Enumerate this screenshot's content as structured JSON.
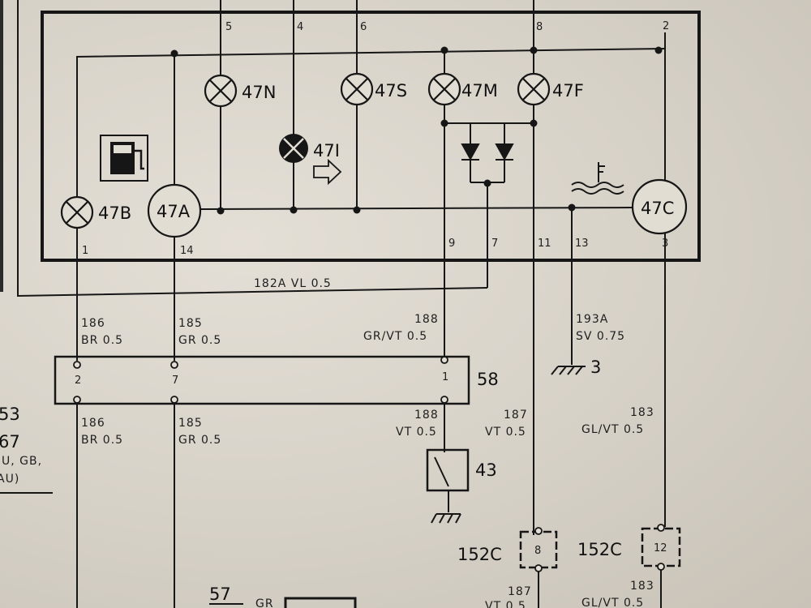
{
  "components": {
    "lamp_47N": "47N",
    "lamp_47I": "47I",
    "lamp_47S": "47S",
    "lamp_47M": "47M",
    "lamp_47F": "47F",
    "lamp_47B": "47B",
    "gauge_47A": "47A",
    "gauge_47C": "47C",
    "connector_58": "58",
    "switch_43": "43",
    "ground_3": "3",
    "connector_152C_left": "152C",
    "connector_152C_right": "152C",
    "ref_57": "57"
  },
  "pins": {
    "p5": "5",
    "p4": "4",
    "p6": "6",
    "p8": "8",
    "p2": "2",
    "p1": "1",
    "p14": "14",
    "p9": "9",
    "p7": "7",
    "p11": "11",
    "p13": "13",
    "p3": "3",
    "c58_2": "2",
    "c58_7": "7",
    "c58_1": "1",
    "c152_8": "8",
    "c152_12": "12"
  },
  "wires": {
    "w182A": "182A  VL 0.5",
    "w186_top_num": "186",
    "w186_top_spec": "BR 0.5",
    "w185_top_num": "185",
    "w185_top_spec": "GR 0.5",
    "w188_top_num": "188",
    "w188_top_spec": "GR/VT 0.5",
    "w193A_num": "193A",
    "w193A_spec": "SV 0.75",
    "w186_bot_num": "186",
    "w186_bot_spec": "BR 0.5",
    "w185_bot_num": "185",
    "w185_bot_spec": "GR 0.5",
    "w188_bot_num": "188",
    "w188_bot_spec": "VT 0.5",
    "w187_num": "187",
    "w187_spec": "VT 0.5",
    "w183_num": "183",
    "w183_spec": "GL/VT 0.5",
    "w187_b_num": "187",
    "w187_b_spec": "VT 0.5",
    "w183_b_num": "183",
    "w183_b_spec": "GL/VT 0.5",
    "w_gr_cut": "GR"
  },
  "margin_notes": {
    "n53": "53",
    "n67": "67",
    "nU_GB": "U, GB,",
    "nAU": "AU)"
  }
}
